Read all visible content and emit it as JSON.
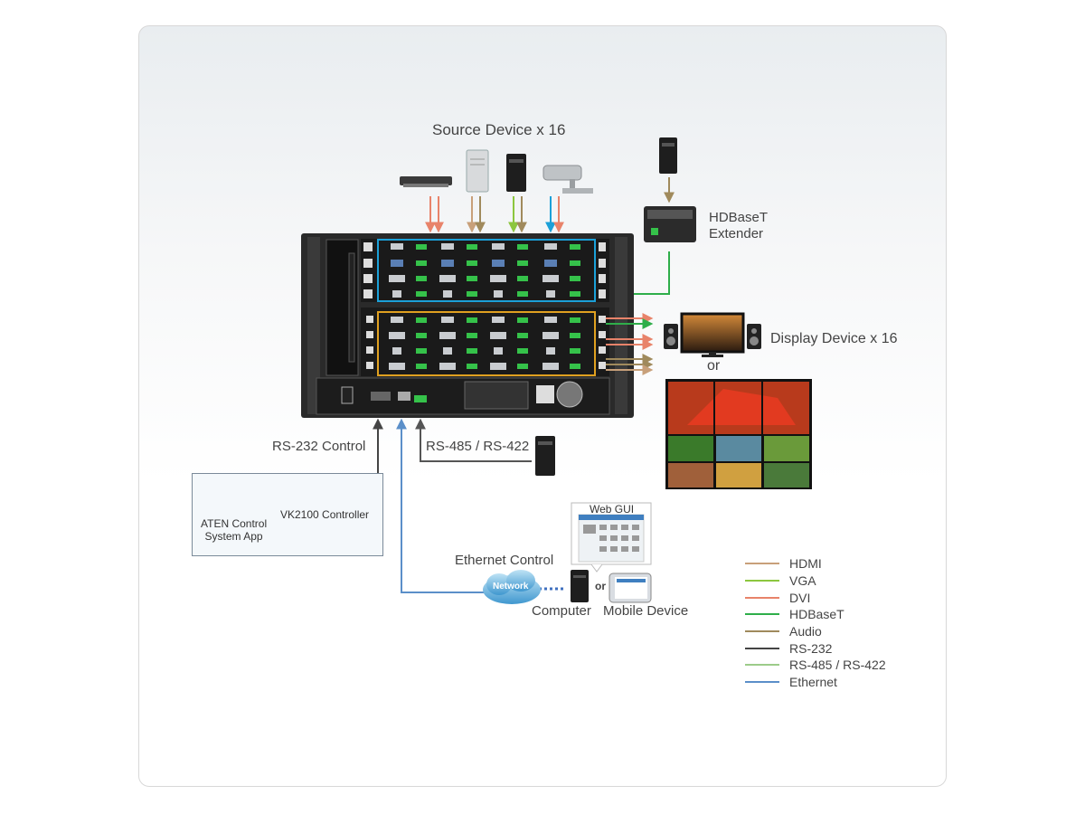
{
  "labels": {
    "source_devices": "Source Device x 16",
    "hdbaset_extender": "HDBaseT\nExtender",
    "display_devices": "Display Device x 16",
    "or_1": "or",
    "rs232_control": "RS-232 Control",
    "rs485_422": "RS-485 / RS-422",
    "aten_app": "ATEN Control\nSystem App",
    "vk2100": "VK2100 Controller",
    "web_gui": "Web GUI",
    "ethernet_control": "Ethernet Control",
    "network": "Network",
    "or_2": "or",
    "computer": "Computer",
    "mobile_device": "Mobile Device"
  },
  "legend": [
    {
      "label": "HDMI",
      "color": "#c8a07a"
    },
    {
      "label": "VGA",
      "color": "#8cc63f"
    },
    {
      "label": "DVI",
      "color": "#e8836a"
    },
    {
      "label": "HDBaseT",
      "color": "#2fae4a"
    },
    {
      "label": "Audio",
      "color": "#a08a5c"
    },
    {
      "label": "RS-232",
      "color": "#444444"
    },
    {
      "label": "RS-485 / RS-422",
      "color": "#9ccc8a"
    },
    {
      "label": "Ethernet",
      "color": "#5b8fc9"
    }
  ],
  "colors": {
    "input_panel_border": "#1ba0d8",
    "output_panel_border": "#e0a020",
    "chassis": "#2a2a2a",
    "port_green": "#35c24a"
  }
}
